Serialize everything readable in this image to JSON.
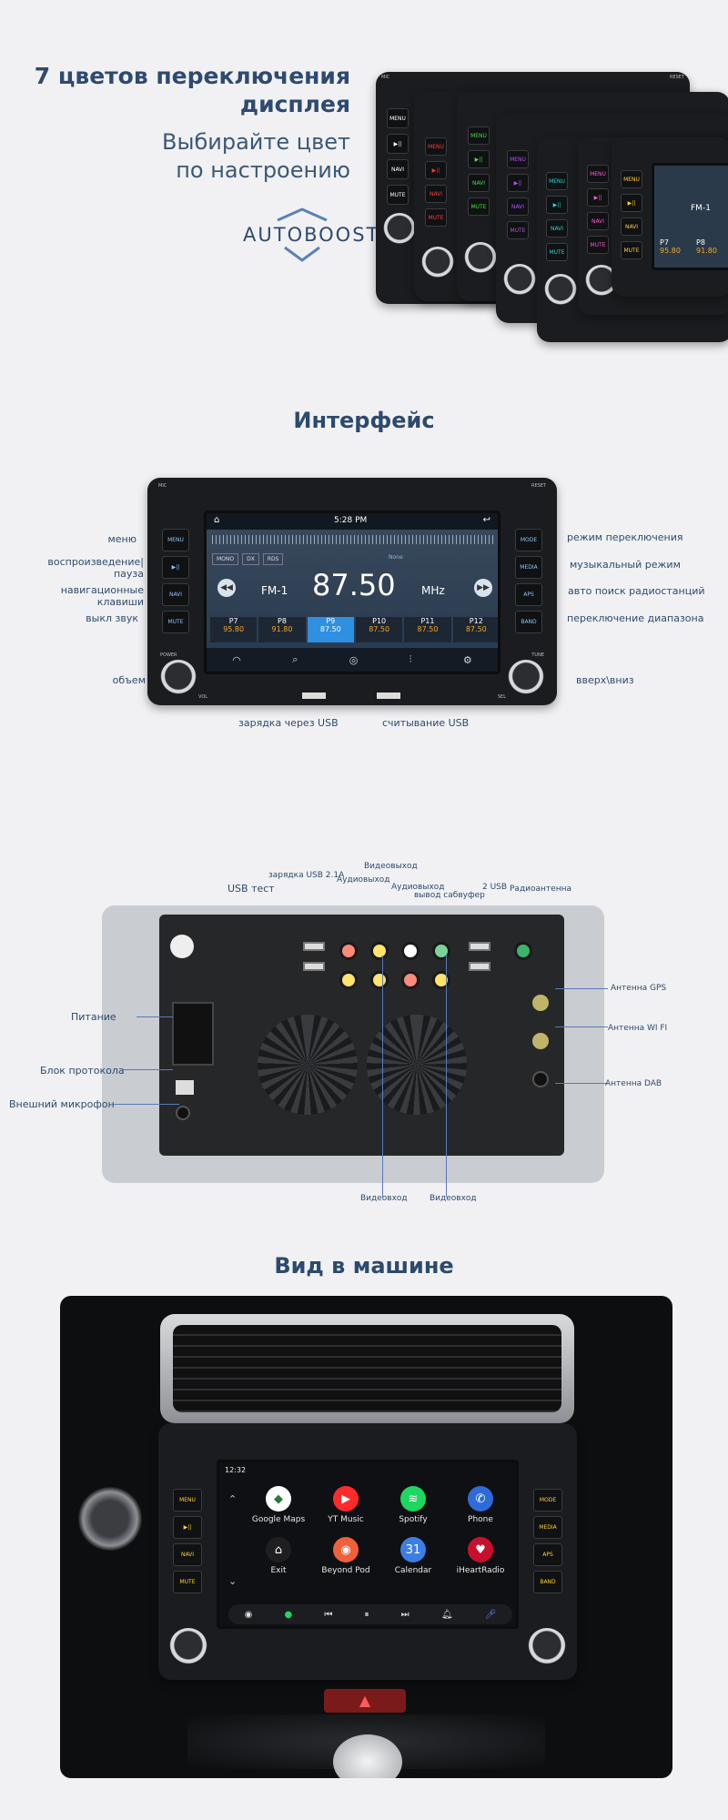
{
  "section1": {
    "title_line1": "7 цветов переключения",
    "title_line2": "дисплея",
    "subtitle_line1": "Выбирайте цвет",
    "subtitle_line2": "по настроению",
    "brand": "AUTOBOOST"
  },
  "section2": {
    "title": "Интерфейс",
    "left_labels": {
      "menu": "меню",
      "play_pause_1": "воспроизведение|",
      "play_pause_2": "пауза",
      "nav_1": "навигационные",
      "nav_2": "клавиши",
      "mute": "выкл звук",
      "volume": "объем"
    },
    "right_labels": {
      "mode": "режим переключения",
      "media": "музыкальный режим",
      "aps": "авто поиск радиостанций",
      "band": "переключение диапазона",
      "tune": "вверх\\вниз"
    },
    "bottom_labels": {
      "usb_charge": "зарядка через USB",
      "usb_read": "считывание USB"
    },
    "unit": {
      "left_buttons": [
        "MENU",
        "▶||",
        "NAVI",
        "MUTE"
      ],
      "right_buttons": [
        "MODE",
        "MEDIA",
        "APS",
        "BAND"
      ],
      "mic": "MIC",
      "reset": "RESET",
      "power": "POWER",
      "tune": "TUNE",
      "vol": "VOL",
      "sel": "SEL",
      "time": "5:28 PM",
      "band": "FM-1",
      "freq": "87.50",
      "unit_mhz": "MHz",
      "chips": [
        "MONO",
        "DX",
        "RDS"
      ],
      "chip_extra": "None",
      "presets": [
        {
          "name": "P7",
          "freq": "95.80"
        },
        {
          "name": "P8",
          "freq": "91.80"
        },
        {
          "name": "P9",
          "freq": "87.50"
        },
        {
          "name": "P10",
          "freq": "87.50"
        },
        {
          "name": "P11",
          "freq": "87.50"
        },
        {
          "name": "P12",
          "freq": "87.50"
        }
      ]
    }
  },
  "section3": {
    "top_labels": {
      "usb_test": "USB тест",
      "usb_charge": "зарядка USB 2.1A",
      "video_out": "Видеовыход",
      "audio_out_1": "Аудиовыход",
      "audio_out_2": "Аудиовыход",
      "sub_out": "вывод сабвуфер",
      "two_usb": "2 USB",
      "radio_ant": "Радиоантенна"
    },
    "left_labels": {
      "power": "Питание",
      "protocol": "Блок протокола",
      "mic": "Внешний микрофон"
    },
    "right_labels": {
      "gps": "Антенна GPS",
      "wifi": "Антенна WI FI",
      "dab": "Антенна DAB"
    },
    "bottom_labels": {
      "video_in_1": "Видеовход",
      "video_in_2": "Видеовход"
    }
  },
  "section4": {
    "title": "Вид в машине",
    "screen_time": "12:32",
    "apps": [
      {
        "label": "Google Maps",
        "color": "#ffffff",
        "glyph": "◆"
      },
      {
        "label": "YT Music",
        "color": "#ff2b2b",
        "glyph": "▶"
      },
      {
        "label": "Spotify",
        "color": "#1ed760",
        "glyph": "≋"
      },
      {
        "label": "Phone",
        "color": "#2f6bd8",
        "glyph": "✆"
      },
      {
        "label": "Exit",
        "color": "#1f1f22",
        "glyph": "⌂"
      },
      {
        "label": "Beyond Pod",
        "color": "#f0603a",
        "glyph": "◉"
      },
      {
        "label": "Calendar",
        "color": "#3d7ee6",
        "glyph": "31"
      },
      {
        "label": "iHeartRadio",
        "color": "#c8102e",
        "glyph": "♥"
      }
    ],
    "left_buttons": [
      "MENU",
      "▶||",
      "NAVI",
      "MUTE"
    ],
    "right_buttons": [
      "MODE",
      "MEDIA",
      "APS",
      "BAND"
    ]
  },
  "colors": {
    "navy": "#2e4a6f",
    "accent_line": "#5a7ab8",
    "background": "#f1f1f3"
  }
}
